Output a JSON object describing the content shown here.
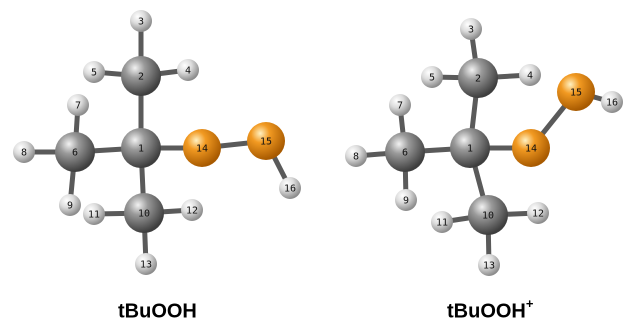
{
  "colors": {
    "carbon": "#8a8a8a",
    "hydrogen": "#d9d9d9",
    "oxygen": "#f0941e",
    "bond": "#5a5a5a"
  },
  "molecules": [
    {
      "label": "tBuOOH",
      "label_superscript": "",
      "atoms": [
        {
          "id": "1",
          "element": "C"
        },
        {
          "id": "2",
          "element": "C"
        },
        {
          "id": "3",
          "element": "H"
        },
        {
          "id": "4",
          "element": "H"
        },
        {
          "id": "5",
          "element": "H"
        },
        {
          "id": "6",
          "element": "C"
        },
        {
          "id": "7",
          "element": "H"
        },
        {
          "id": "8",
          "element": "H"
        },
        {
          "id": "9",
          "element": "H"
        },
        {
          "id": "10",
          "element": "C"
        },
        {
          "id": "11",
          "element": "H"
        },
        {
          "id": "12",
          "element": "H"
        },
        {
          "id": "13",
          "element": "H"
        },
        {
          "id": "14",
          "element": "O"
        },
        {
          "id": "15",
          "element": "O"
        },
        {
          "id": "16",
          "element": "H"
        }
      ],
      "bonds": [
        [
          "1",
          "2"
        ],
        [
          "1",
          "6"
        ],
        [
          "1",
          "10"
        ],
        [
          "1",
          "14"
        ],
        [
          "2",
          "3"
        ],
        [
          "2",
          "4"
        ],
        [
          "2",
          "5"
        ],
        [
          "6",
          "7"
        ],
        [
          "6",
          "8"
        ],
        [
          "6",
          "9"
        ],
        [
          "10",
          "11"
        ],
        [
          "10",
          "12"
        ],
        [
          "10",
          "13"
        ],
        [
          "14",
          "15"
        ],
        [
          "15",
          "16"
        ]
      ]
    },
    {
      "label": "tBuOOH",
      "label_superscript": "+",
      "atoms": [
        {
          "id": "1",
          "element": "C"
        },
        {
          "id": "2",
          "element": "C"
        },
        {
          "id": "3",
          "element": "H"
        },
        {
          "id": "4",
          "element": "H"
        },
        {
          "id": "5",
          "element": "H"
        },
        {
          "id": "6",
          "element": "C"
        },
        {
          "id": "7",
          "element": "H"
        },
        {
          "id": "8",
          "element": "H"
        },
        {
          "id": "9",
          "element": "H"
        },
        {
          "id": "10",
          "element": "C"
        },
        {
          "id": "11",
          "element": "H"
        },
        {
          "id": "12",
          "element": "H"
        },
        {
          "id": "13",
          "element": "H"
        },
        {
          "id": "14",
          "element": "O"
        },
        {
          "id": "15",
          "element": "O"
        },
        {
          "id": "16",
          "element": "H"
        }
      ],
      "bonds": [
        [
          "1",
          "2"
        ],
        [
          "1",
          "6"
        ],
        [
          "1",
          "10"
        ],
        [
          "1",
          "14"
        ],
        [
          "2",
          "3"
        ],
        [
          "2",
          "4"
        ],
        [
          "2",
          "5"
        ],
        [
          "6",
          "7"
        ],
        [
          "6",
          "8"
        ],
        [
          "6",
          "9"
        ],
        [
          "10",
          "11"
        ],
        [
          "10",
          "12"
        ],
        [
          "10",
          "13"
        ],
        [
          "14",
          "15"
        ],
        [
          "15",
          "16"
        ]
      ]
    }
  ]
}
